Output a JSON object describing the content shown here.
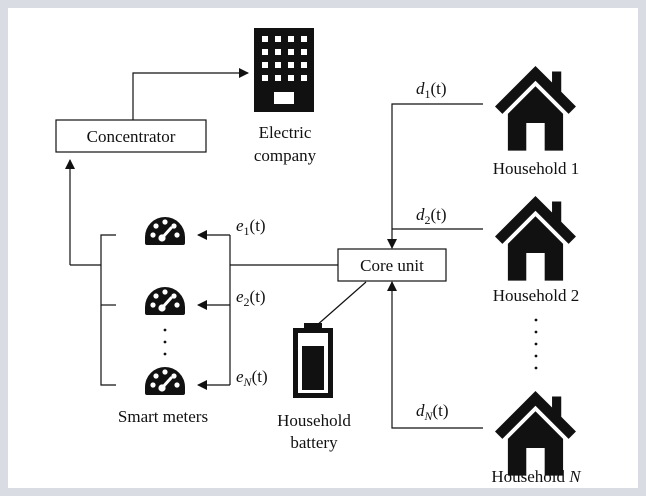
{
  "diagram": {
    "concentrator_label": "Concentrator",
    "electric_company_label_line1": "Electric",
    "electric_company_label_line2": "company",
    "core_unit_label": "Core unit",
    "smart_meters_label": "Smart meters",
    "battery_label_line1": "Household",
    "battery_label_line2": "battery",
    "households": [
      {
        "label": "Household 1"
      },
      {
        "label": "Household 2"
      },
      {
        "label_prefix": "Household ",
        "label_italic": "N"
      }
    ],
    "demand_signals": [
      {
        "var": "d",
        "sub": "1",
        "arg": "(t)"
      },
      {
        "var": "d",
        "sub": "2",
        "arg": "(t)"
      },
      {
        "var": "d",
        "sub": "N",
        "arg": "(t)"
      }
    ],
    "meter_signals": [
      {
        "var": "e",
        "sub": "1",
        "arg": "(t)"
      },
      {
        "var": "e",
        "sub": "2",
        "arg": "(t)"
      },
      {
        "var": "e",
        "sub": "N",
        "arg": "(t)"
      }
    ],
    "icons": {
      "building": "office-building-icon",
      "house": "house-icon",
      "meter": "gauge-meter-icon",
      "battery": "battery-icon"
    }
  }
}
